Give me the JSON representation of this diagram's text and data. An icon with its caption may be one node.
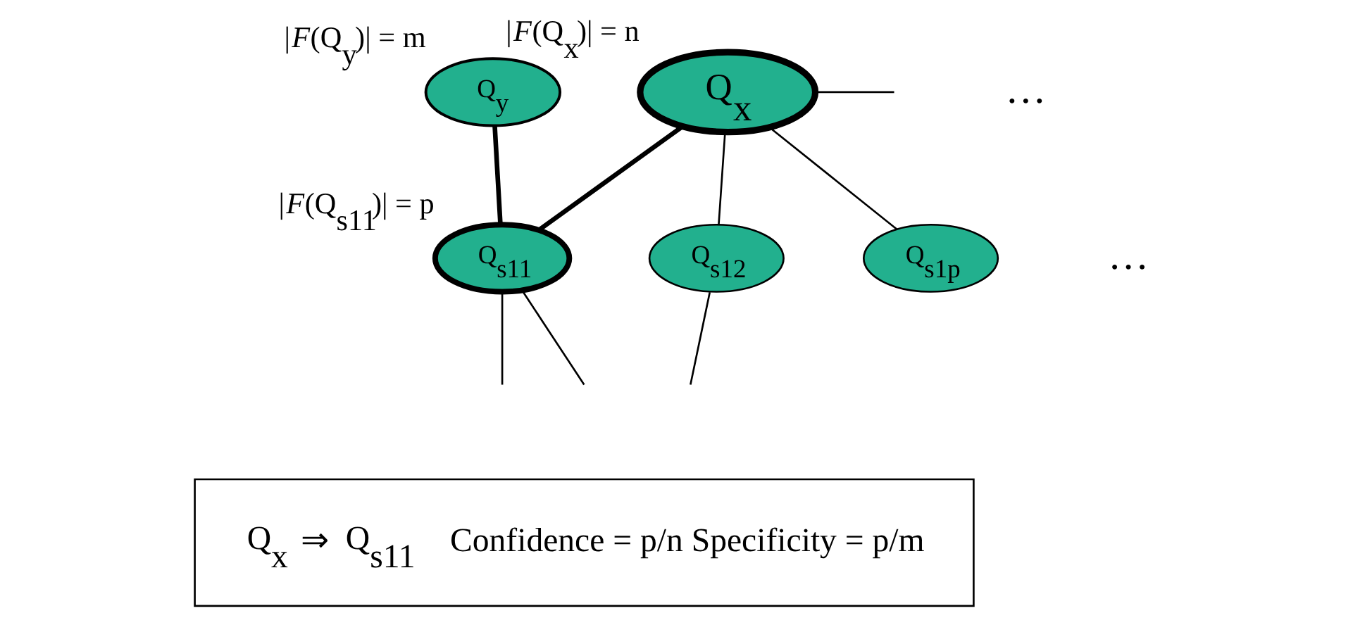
{
  "diagram": {
    "nodes": [
      {
        "text": [
          "Q$_{y}$"
        ],
        "beside": [
          "|*F*(Q$_{y}$)| = m"
        ]
      },
      {
        "text": [
          "Q$_{x}$"
        ],
        "beside": [
          "|*F*(Q$_{x}$)| = n"
        ]
      },
      {
        "text": [
          "Q$_{s11}$"
        ],
        "beside": [
          "|*F*(Q$_{s11}$)| = p"
        ]
      },
      {
        "text": [
          "Q$_{s12}$"
        ]
      },
      {
        "text": [
          "Q$_{s1p}$"
        ]
      },
      {
        "text": [
          "Q$_{x}$ ⇒ Q$_{s11}$",
          "Confidence = p/n Specificity = p/m"
        ]
      }
    ],
    "edges": [
      {
        "from": 0,
        "to": 2,
        "arrow": "none",
        "style": "thick"
      },
      {
        "from": 1,
        "to": 2,
        "arrow": "none",
        "style": "thick"
      },
      {
        "from": 1,
        "to": 3,
        "arrow": "none"
      },
      {
        "from": 1,
        "to": 4,
        "arrow": "none"
      },
      {
        "from": 1,
        "to": null,
        "arrow": "none"
      },
      {
        "from": 2,
        "to": null,
        "arrow": "none"
      },
      {
        "from": 2,
        "to": null,
        "arrow": "none"
      },
      {
        "from": 3,
        "to": null,
        "arrow": "none"
      }
    ],
    "labels": [
      "…",
      "…"
    ]
  }
}
